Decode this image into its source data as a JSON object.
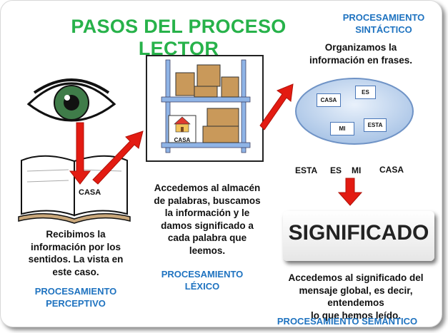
{
  "title": "PASOS DEL PROCESO LECTOR",
  "perceptive": {
    "description": [
      "Recibimos la",
      "información por los",
      "sentidos. La vista en",
      "este caso."
    ],
    "label": [
      "PROCESAMIENTO",
      "PERCEPTIVO"
    ],
    "book_word": "CASA"
  },
  "lexical": {
    "description": [
      "Accedemos al almacén",
      "de palabras, buscamos",
      "la información y le",
      "damos significado a",
      "cada palabra que",
      "leemos."
    ],
    "label": [
      "PROCESAMIENTO",
      "LÉXICO"
    ],
    "box_word": "CASA"
  },
  "syntactic": {
    "label": [
      "PROCESAMIENTO",
      "SINTÁCTICO"
    ],
    "description": [
      "Organizamos la",
      "información en frases."
    ],
    "oval_words": [
      "CASA",
      "ES",
      "MI",
      "ESTA"
    ],
    "sentence": [
      "ESTA",
      "ES",
      "MI",
      "CASA"
    ]
  },
  "semantic": {
    "box_label": "SIGNIFICADO",
    "description": [
      "Accedemos al significado del",
      "mensaje global, es decir, entendemos",
      "lo que hemos leído."
    ],
    "label": "PROCESAMIENTO SEMÁNTICO"
  },
  "colors": {
    "title": "#27b24a",
    "label": "#1f73c0",
    "arrow": "#e31b12",
    "shelf": "#8fb4e6",
    "box": "#c9995a"
  }
}
